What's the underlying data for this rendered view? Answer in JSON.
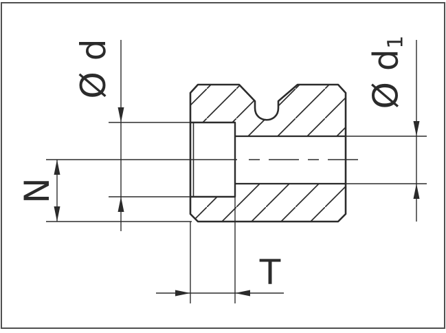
{
  "drawing": {
    "labels": {
      "diameter_d": "Ø d",
      "diameter_d1_base": "Ø d",
      "diameter_d1_subscript": "1",
      "height_n": "N",
      "depth_t": "T"
    },
    "colors": {
      "line": "#2b2b2b",
      "background": "#ffffff",
      "frame": "#4f4f4f"
    }
  }
}
